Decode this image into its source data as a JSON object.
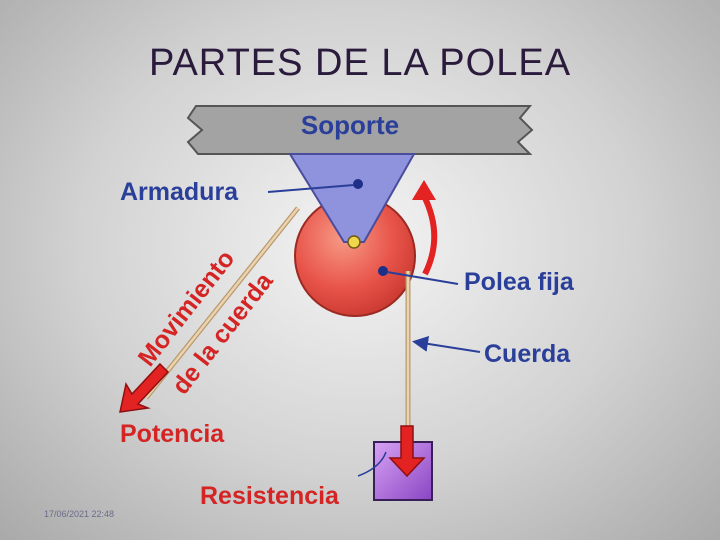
{
  "slide": {
    "title": "PARTES DE LA POLEA",
    "date": "17/06/2021 22:48"
  },
  "diagram": {
    "labels": {
      "soporte": "Soporte",
      "armadura": "Armadura",
      "polea_fija": "Polea fija",
      "cuerda": "Cuerda",
      "movimiento_line1": "Movimiento",
      "movimiento_line2": "de la cuerda",
      "potencia": "Potencia",
      "resistencia": "Resistencia"
    },
    "colors": {
      "soporte": "#a3a3a3",
      "armadura": "#8f92dd",
      "polea": "#e8544a",
      "cuerda": "#d7b98e",
      "resistencia": "#a35fd1",
      "arrow_red": "#e32222",
      "label_blue": "#2a3f9a",
      "label_red": "#d42424"
    }
  }
}
